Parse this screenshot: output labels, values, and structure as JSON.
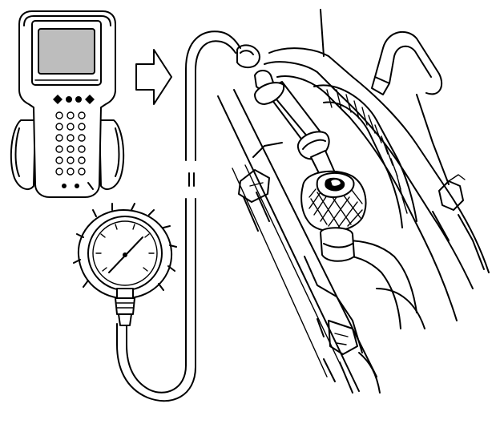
{
  "colors": {
    "ink": "#000000",
    "paper": "#ffffff",
    "screen_gray": "#bdbdbd"
  },
  "diagram": {
    "scan_tool": {
      "icon": "handheld-scan-tool-icon"
    },
    "arrow": {
      "icon": "hollow-arrow-right-icon",
      "direction": "right"
    },
    "gauge": {
      "icon": "pressure-gauge-icon",
      "needle_angle_deg": 45
    },
    "hose": {
      "icon": "gauge-hose-icon",
      "break_marks": 2
    },
    "engine": {
      "icon": "fuel-rail-test-port-icon"
    }
  }
}
